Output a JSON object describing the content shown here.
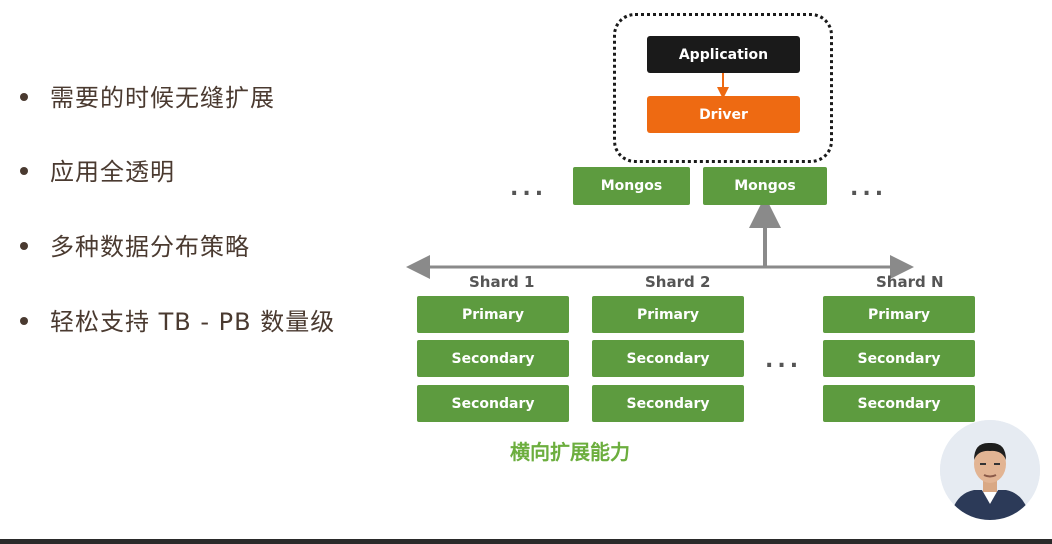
{
  "bullets": [
    {
      "text": "需要的时候无缝扩展"
    },
    {
      "text": "应用全透明"
    },
    {
      "text": "多种数据分布策略"
    },
    {
      "text": "轻松支持 TB - PB 数量级"
    }
  ],
  "diagram": {
    "application": "Application",
    "driver": "Driver",
    "mongos": [
      "Mongos",
      "Mongos"
    ],
    "ellipsis": "...",
    "shards": [
      {
        "label": "Shard 1",
        "nodes": [
          "Primary",
          "Secondary",
          "Secondary"
        ]
      },
      {
        "label": "Shard 2",
        "nodes": [
          "Primary",
          "Secondary",
          "Secondary"
        ]
      },
      {
        "label": "Shard N",
        "nodes": [
          "Primary",
          "Secondary",
          "Secondary"
        ]
      }
    ],
    "caption": "横向扩展能力"
  },
  "colors": {
    "node_green": "#5d9b3f",
    "driver_orange": "#ee6a12",
    "application_black": "#1a1a1a",
    "caption_green": "#6cae3e",
    "bullet_text": "#4a3a30"
  },
  "icons": {
    "presenter": "presenter-avatar"
  }
}
